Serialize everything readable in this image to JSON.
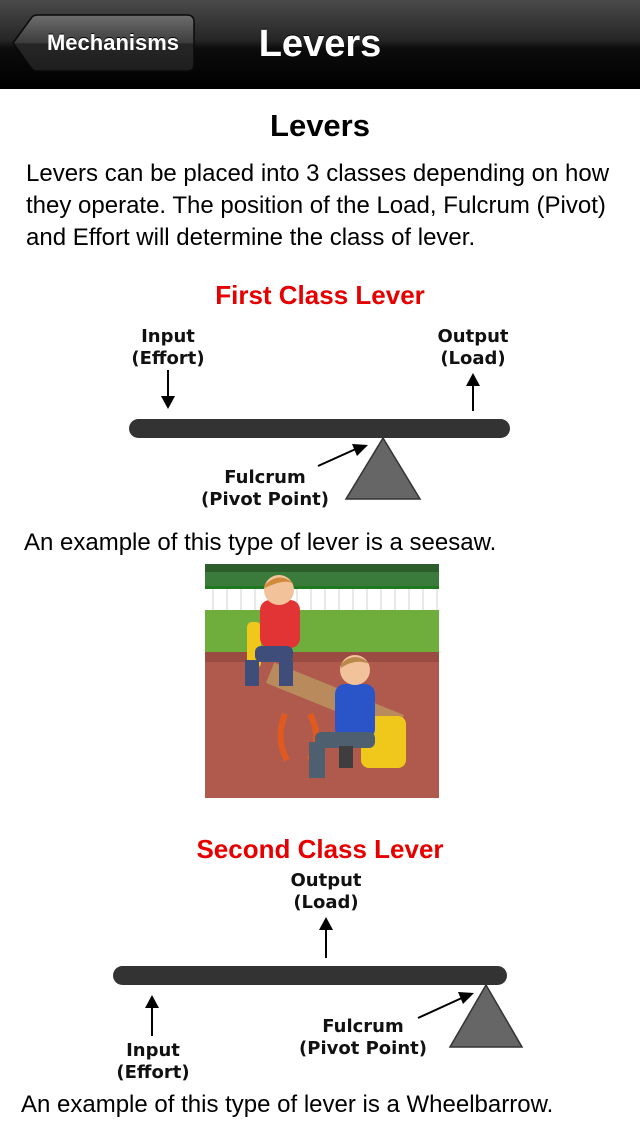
{
  "nav": {
    "back_label": "Mechanisms",
    "title": "Levers"
  },
  "content": {
    "heading": "Levers",
    "intro": "Levers can be placed into 3 classes depending on how they operate. The position of the Load, Fulcrum (Pivot) and Effort will determine the class of lever."
  },
  "first_class": {
    "title": "First Class Lever",
    "input_line1": "Input",
    "input_line2": "(Effort)",
    "output_line1": "Output",
    "output_line2": "(Load)",
    "fulcrum_line1": "Fulcrum",
    "fulcrum_line2": "(Pivot Point)",
    "example": "An example of this type of lever is a seesaw."
  },
  "second_class": {
    "title": "Second Class Lever",
    "output_line1": "Output",
    "output_line2": "(Load)",
    "input_line1": "Input",
    "input_line2": "(Effort)",
    "fulcrum_line1": "Fulcrum",
    "fulcrum_line2": "(Pivot Point)",
    "example": "An example of this type of lever is a Wheelbarrow."
  },
  "colors": {
    "accent_red": "#e60000",
    "lever_bar": "#333333",
    "fulcrum": "#666666"
  }
}
